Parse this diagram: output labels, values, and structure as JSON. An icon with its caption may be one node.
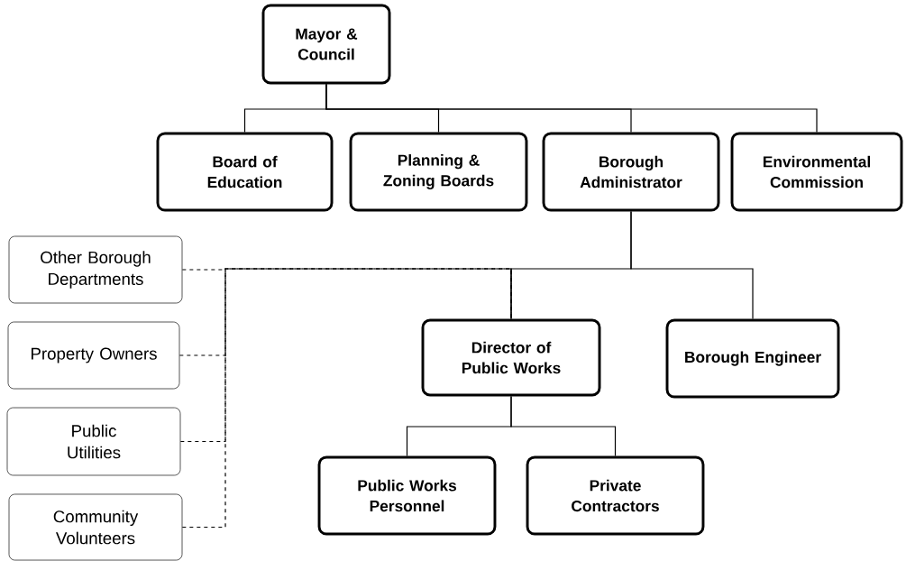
{
  "diagram": {
    "nodes": [
      {
        "text": [
          "Mayor & Council"
        ]
      },
      {
        "text": [
          "Board of Education"
        ]
      },
      {
        "text": [
          "Planning & Zoning Boards"
        ]
      },
      {
        "text": [
          "Borough Administrator"
        ]
      },
      {
        "text": [
          "Environmental Commission"
        ]
      },
      {
        "text": [
          "Other Borough Departments"
        ]
      },
      {
        "text": [
          "Property Owners"
        ]
      },
      {
        "text": [
          "Public Utilities"
        ]
      },
      {
        "text": [
          "Community Volunteers"
        ]
      },
      {
        "text": [
          "Director of Public Works"
        ]
      },
      {
        "text": [
          "Borough Engineer"
        ]
      },
      {
        "text": [
          "Public Works Personnel"
        ]
      },
      {
        "text": [
          "Private Contractors"
        ]
      }
    ],
    "edges": [
      {
        "from": 0,
        "to": 1,
        "arrow": "none"
      },
      {
        "from": 0,
        "to": 2,
        "arrow": "none"
      },
      {
        "from": 0,
        "to": 3,
        "arrow": "none"
      },
      {
        "from": 0,
        "to": 4,
        "arrow": "none"
      },
      {
        "from": 3,
        "to": 9,
        "arrow": "none"
      },
      {
        "from": 3,
        "to": 10,
        "arrow": "none"
      },
      {
        "from": 9,
        "to": 11,
        "arrow": "none"
      },
      {
        "from": 9,
        "to": 12,
        "arrow": "none"
      },
      {
        "from": 5,
        "to": 9,
        "arrow": "none",
        "style": "dashed"
      },
      {
        "from": 6,
        "to": 9,
        "arrow": "none",
        "style": "dashed"
      },
      {
        "from": 7,
        "to": 9,
        "arrow": "none",
        "style": "dashed"
      },
      {
        "from": 8,
        "to": 9,
        "arrow": "none",
        "style": "dashed"
      }
    ]
  }
}
